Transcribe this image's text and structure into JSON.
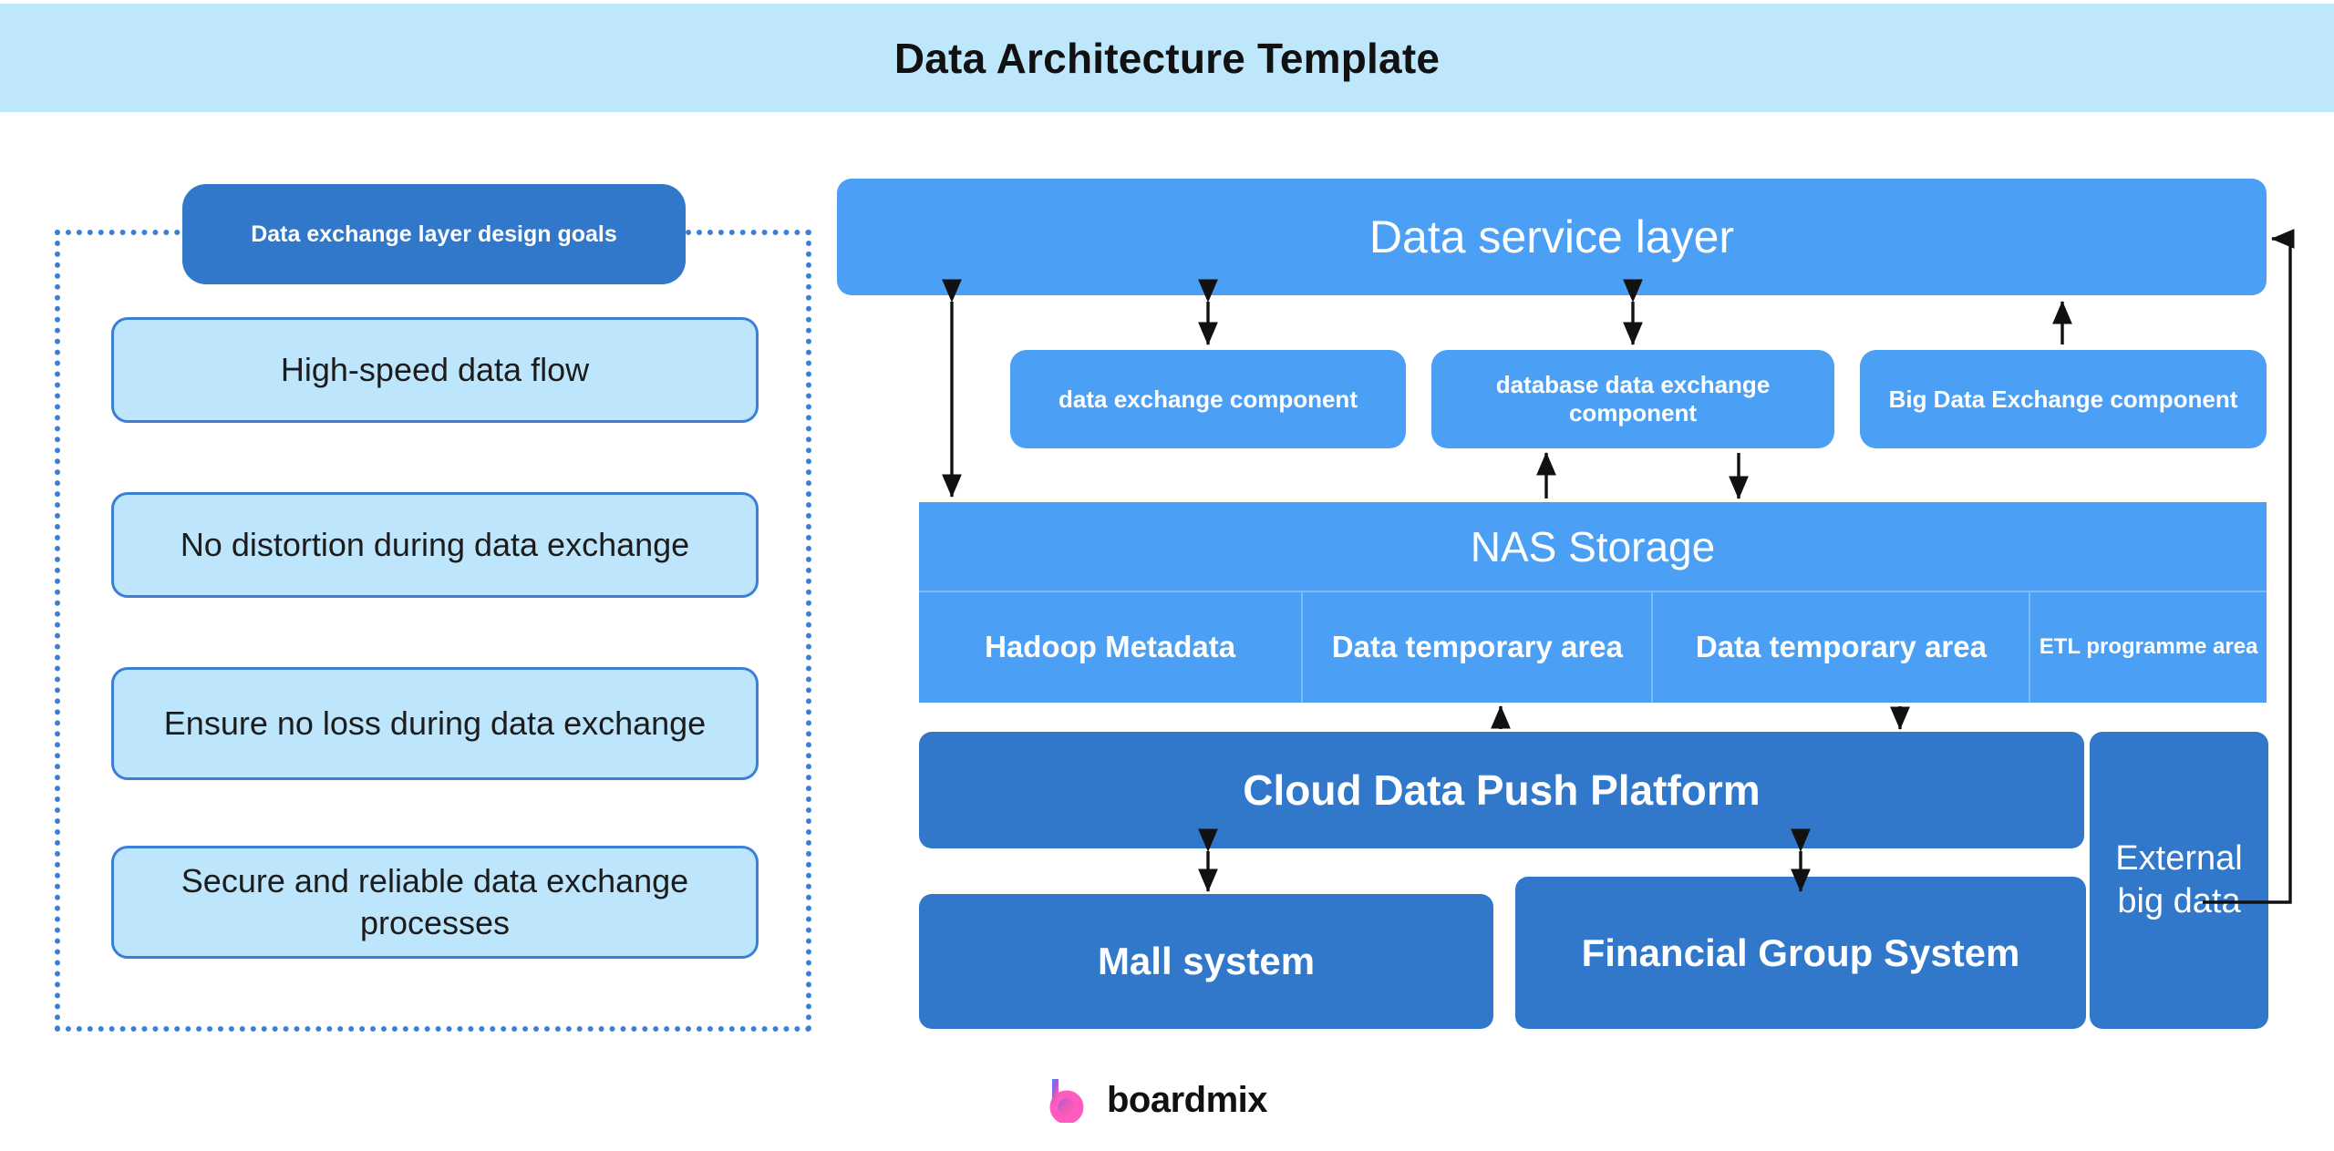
{
  "header": {
    "title": "Data Architecture Template",
    "band_color": "#BFE7FC"
  },
  "colors": {
    "primary_blue": "#4BA0F5",
    "dark_blue": "#3178CB",
    "light_blue_fill": "#BDE5FB",
    "border_blue": "#3C7FD6",
    "connector": "#111111"
  },
  "left_panel": {
    "group_label": "Data exchange layer design goals",
    "goals": [
      {
        "label": "High-speed data flow"
      },
      {
        "label": "No distortion during data exchange"
      },
      {
        "label": "Ensure no loss during data exchange"
      },
      {
        "label": "Secure and reliable data exchange processes"
      }
    ]
  },
  "architecture": {
    "service_layer": "Data service layer",
    "components": [
      {
        "label": "data exchange component"
      },
      {
        "label": "database data exchange component"
      },
      {
        "label": "Big Data Exchange component"
      }
    ],
    "storage": {
      "title": "NAS Storage",
      "cells": [
        {
          "label": "Hadoop Metadata"
        },
        {
          "label": "Data temporary area"
        },
        {
          "label": "Data temporary area"
        },
        {
          "label": "ETL programme area"
        }
      ]
    },
    "platform": "Cloud Data Push Platform",
    "systems": [
      {
        "label": "Mall system"
      },
      {
        "label": "Financial Group System"
      }
    ],
    "external": "External big data"
  },
  "footer": {
    "brand": "boardmix"
  }
}
